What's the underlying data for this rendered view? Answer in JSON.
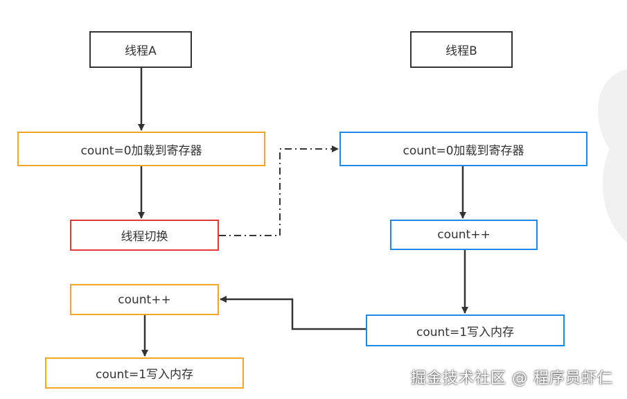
{
  "nodes": {
    "thread_a": "线程A",
    "thread_b": "线程B",
    "a_load": "count=0加载到寄存器",
    "b_load": "count=0加载到寄存器",
    "a_switch": "线程切换",
    "b_incr": "count++",
    "a_incr": "count++",
    "b_write": "count=1写入内存",
    "a_write": "count=1写入内存"
  },
  "watermark": "掘金技术社区 @ 程序员虾仁",
  "colors": {
    "thread": "#333333",
    "thread_a_step": "#f5a623",
    "thread_b_step": "#1e88e5",
    "switch": "#e53935"
  }
}
